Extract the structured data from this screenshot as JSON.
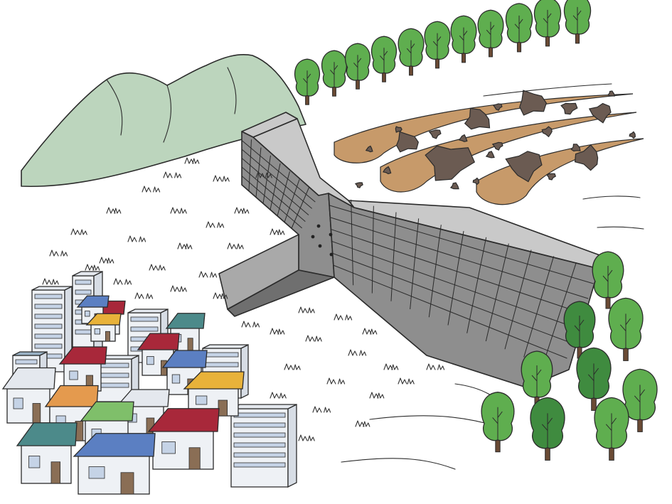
{
  "colors": {
    "mountain": "#bcd5bd",
    "ground": "#ffffff",
    "dam_face": "#8e8e8e",
    "dam_top": "#c9c9c9",
    "dam_shadow": "#6f6f6f",
    "mud": "#c79a6a",
    "boulder": "#6b5b52",
    "tree_light": "#5fae4f",
    "tree_dark": "#3f8b3f",
    "trunk": "#6a4a34",
    "roof_red": "#a8283a",
    "roof_blue": "#5b7fc2",
    "roof_orange": "#e49a4e",
    "roof_green": "#7fbf6a",
    "roof_teal": "#4c8a8a",
    "roof_yellow": "#e8b23a",
    "building_wall": "#eef1f5"
  },
  "elements": {
    "mountains": "mountain-range",
    "dam": "sabo-dam",
    "debris_flow": "debris-flow-with-boulders",
    "forest_top": "tree-row",
    "forest_right": "tree-cluster",
    "town": "residential-town"
  }
}
